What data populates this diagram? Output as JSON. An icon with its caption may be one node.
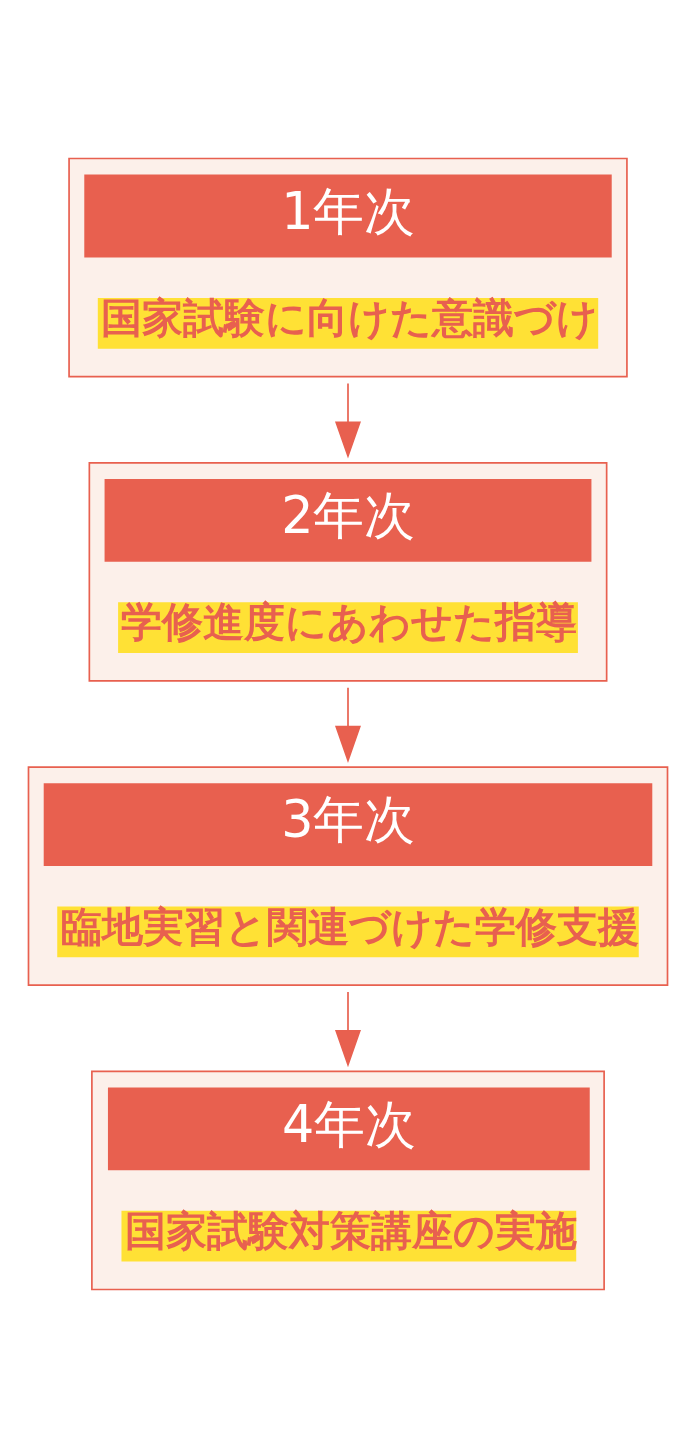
{
  "diagram": {
    "nodes": [
      {
        "text": [
          "1年次",
          "国家試験に向けた意識づけ"
        ]
      },
      {
        "text": [
          "2年次",
          "学修進度にあわせた指導"
        ]
      },
      {
        "text": [
          "3年次",
          "臨地実習と関連づけた学修支援"
        ]
      },
      {
        "text": [
          "4年次",
          "国家試験対策講座の実施"
        ]
      }
    ],
    "edges": [
      {
        "from": 0,
        "to": 1,
        "arrow": "to"
      },
      {
        "from": 1,
        "to": 2,
        "arrow": "to"
      },
      {
        "from": 2,
        "to": 3,
        "arrow": "to"
      }
    ]
  }
}
